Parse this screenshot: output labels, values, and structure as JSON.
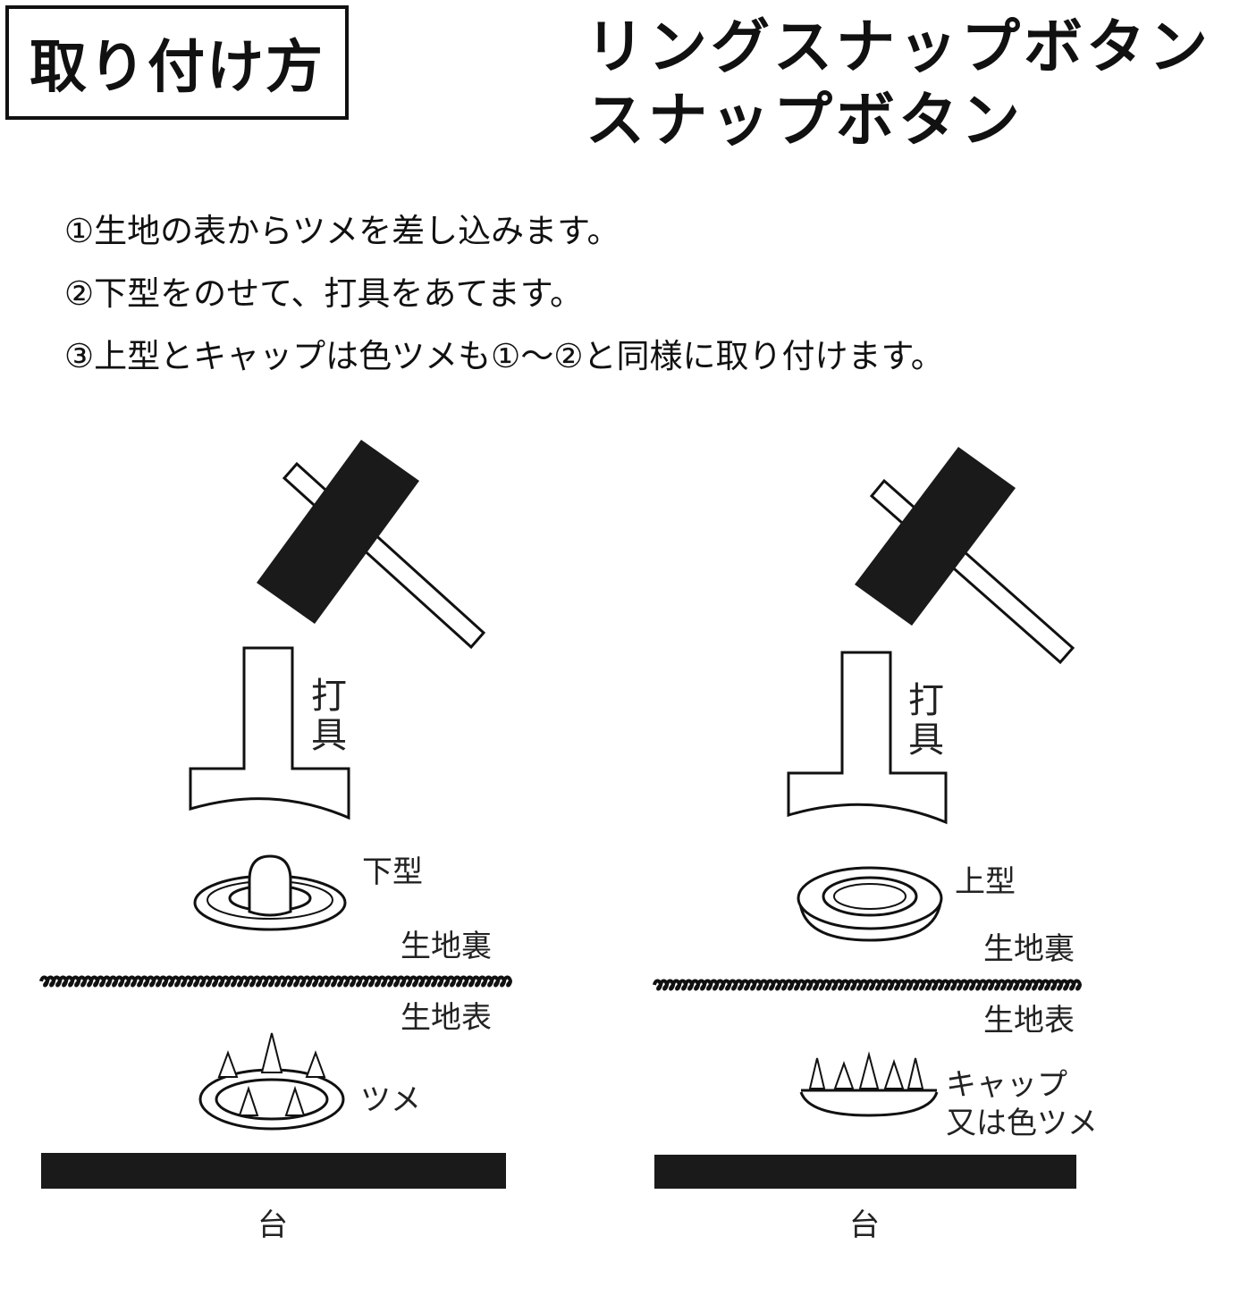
{
  "title": "取り付け方",
  "headings": [
    "リングスナップボタン",
    "スナップボタン"
  ],
  "steps": [
    "①生地の表からツメを差し込みます。",
    "②下型をのせて、打具をあてます。",
    "③上型とキャップは色ツメも①〜②と同様に取り付けます。"
  ],
  "left_panel": {
    "tool_label": "打具",
    "mold_label": "下型",
    "fabric_back": "生地裏",
    "fabric_front": "生地表",
    "prong_label": "ツメ",
    "base_label": "台"
  },
  "right_panel": {
    "tool_label": "打具",
    "mold_label": "上型",
    "fabric_back": "生地裏",
    "fabric_front": "生地表",
    "prong_label_line1": "キャップ",
    "prong_label_line2": "又は色ツメ",
    "base_label": "台"
  }
}
